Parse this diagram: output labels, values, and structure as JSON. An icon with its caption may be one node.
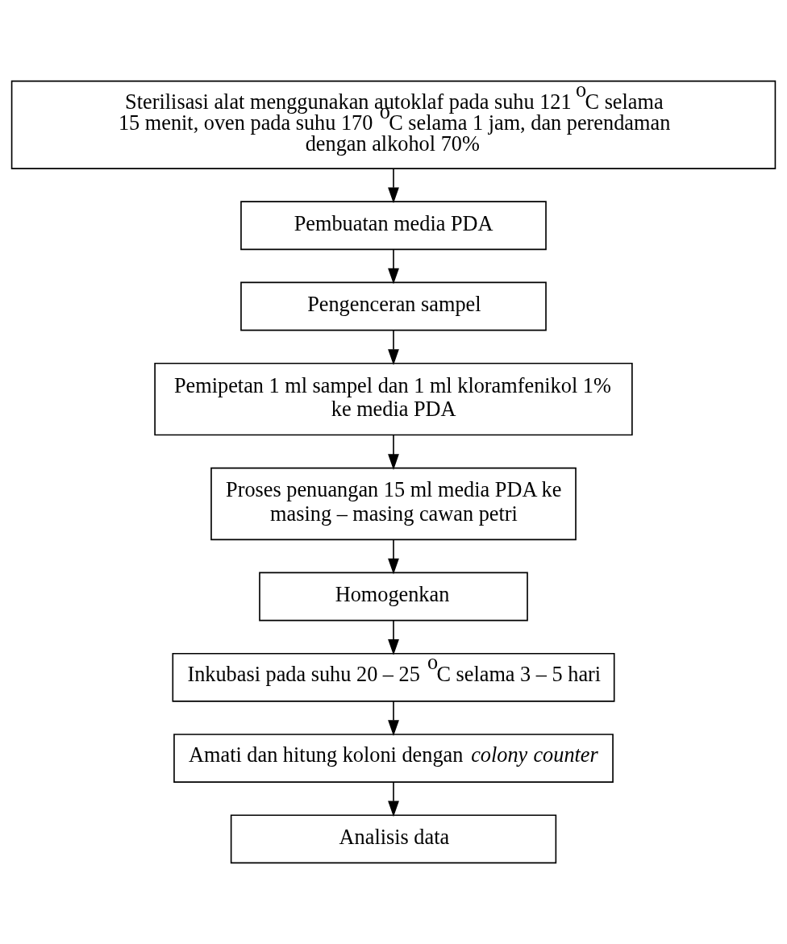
{
  "diagram": {
    "nodes": [
      {
        "text": [
          "Sterilisasi alat menggunakan autoklaf pada suhu 121 $^{o}$C selama 15 menit, oven pada suhu 170 $^{o}$C selama 1 jam, dan perendaman dengan alkohol 70%"
        ]
      },
      {
        "text": [
          "Pembuatan media PDA"
        ]
      },
      {
        "text": [
          "Pengenceran sampel"
        ]
      },
      {
        "text": [
          "Pemipetan 1 ml sampel dan 1 ml kloramfenikol 1% ke media PDA"
        ]
      },
      {
        "text": [
          "Proses penuangan 15 ml media PDA ke masing – masing cawan petri"
        ]
      },
      {
        "text": [
          "Homogenkan"
        ]
      },
      {
        "text": [
          "Inkubasi pada suhu 20 – 25 $^{o}$C selama 3 – 5 hari"
        ]
      },
      {
        "text": [
          "Amati dan hitung koloni dengan *colony counter*"
        ]
      },
      {
        "text": [
          "Analisis data"
        ]
      }
    ],
    "edges": [
      {
        "from": 0,
        "to": 1,
        "arrow": "to"
      },
      {
        "from": 1,
        "to": 2,
        "arrow": "to"
      },
      {
        "from": 2,
        "to": 3,
        "arrow": "to"
      },
      {
        "from": 3,
        "to": 4,
        "arrow": "to"
      },
      {
        "from": 4,
        "to": 5,
        "arrow": "to"
      },
      {
        "from": 5,
        "to": 6,
        "arrow": "to"
      },
      {
        "from": 6,
        "to": 7,
        "arrow": "to"
      },
      {
        "from": 7,
        "to": 8,
        "arrow": "to"
      }
    ]
  }
}
